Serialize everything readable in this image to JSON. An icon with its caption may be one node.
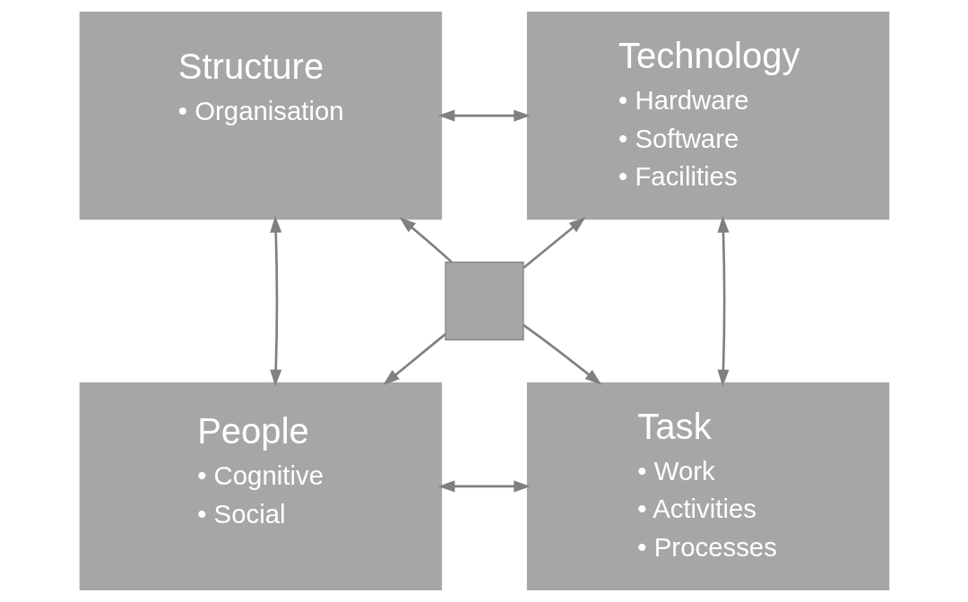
{
  "diagram": {
    "nodes": [
      {
        "text": [
          "Structure",
          "• Organisation"
        ]
      },
      {
        "text": [
          "Technology",
          "• Hardware",
          "• Software",
          "• Facilities"
        ]
      },
      {
        "text": [
          "People",
          "• Cognitive",
          "• Social"
        ]
      },
      {
        "text": [
          "Task",
          "• Work",
          "• Activities",
          "• Processes"
        ]
      },
      {
        "text": [],
        "shape": "box"
      }
    ],
    "edges": [
      {
        "from": 0,
        "to": 1,
        "arrow": "both"
      },
      {
        "from": 0,
        "to": 2,
        "arrow": "both"
      },
      {
        "from": 1,
        "to": 3,
        "arrow": "both"
      },
      {
        "from": 2,
        "to": 3,
        "arrow": "both"
      },
      {
        "from": 4,
        "to": 0,
        "arrow": "to"
      },
      {
        "from": 4,
        "to": 1,
        "arrow": "to"
      },
      {
        "from": 4,
        "to": 2,
        "arrow": "to"
      },
      {
        "from": 4,
        "to": 3,
        "arrow": "to"
      }
    ]
  }
}
